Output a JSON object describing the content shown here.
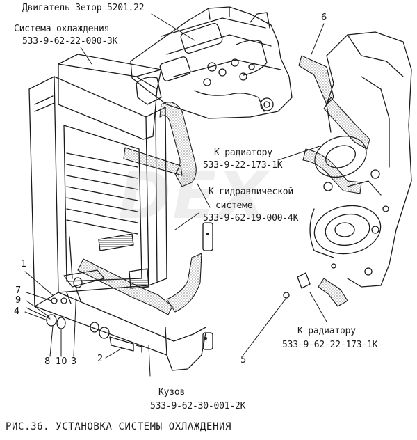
{
  "figure": {
    "caption": "РИС.36. УСТАНОВКА СИСТЕМЫ ОХЛАЖДЕНИЯ",
    "watermark": "DEX"
  },
  "labels": {
    "engine": "Двигатель Зетор 5201.22",
    "cooling_system_title": "Система охлаждения",
    "cooling_system_code": "533-9-62-22-000-3К",
    "to_radiator_1_title": "К радиатору",
    "to_radiator_1_code": "533-9-22-173-1К",
    "to_hydraulic_title": "К гидравлической",
    "to_hydraulic_title2": "системе",
    "to_hydraulic_code": "533-9-62-19-000-4К",
    "to_radiator_2_title": "К радиатору",
    "to_radiator_2_code": "533-9-62-22-173-1К",
    "body_title": "Кузов",
    "body_code": "533-9-62-30-001-2К"
  },
  "callouts": [
    "1",
    "2",
    "3",
    "4",
    "5",
    "6",
    "7",
    "8",
    "9",
    "10"
  ],
  "colors": {
    "ink": "#1a1a1a",
    "paper": "#ffffff",
    "hatch": "#555555"
  }
}
